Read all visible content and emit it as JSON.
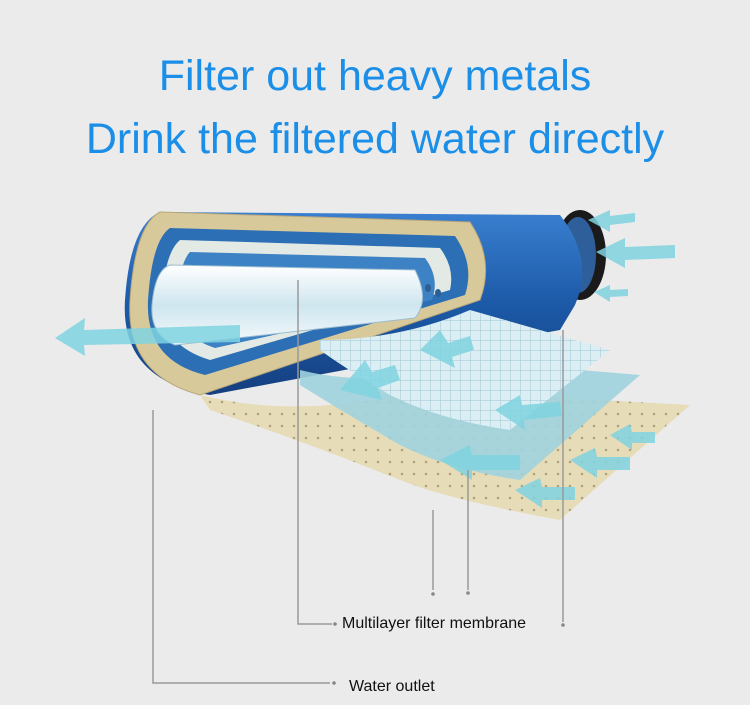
{
  "headline": {
    "line1": "Filter out heavy metals",
    "line2": "Drink the filtered water directly"
  },
  "labels": {
    "membrane": "Multilayer filter membrane",
    "outlet": "Water outlet"
  },
  "colors": {
    "title": "#1b8ee8",
    "background": "#ebebeb",
    "cylinder": "#1f5fb0",
    "arrow": "#7fd3e0"
  }
}
